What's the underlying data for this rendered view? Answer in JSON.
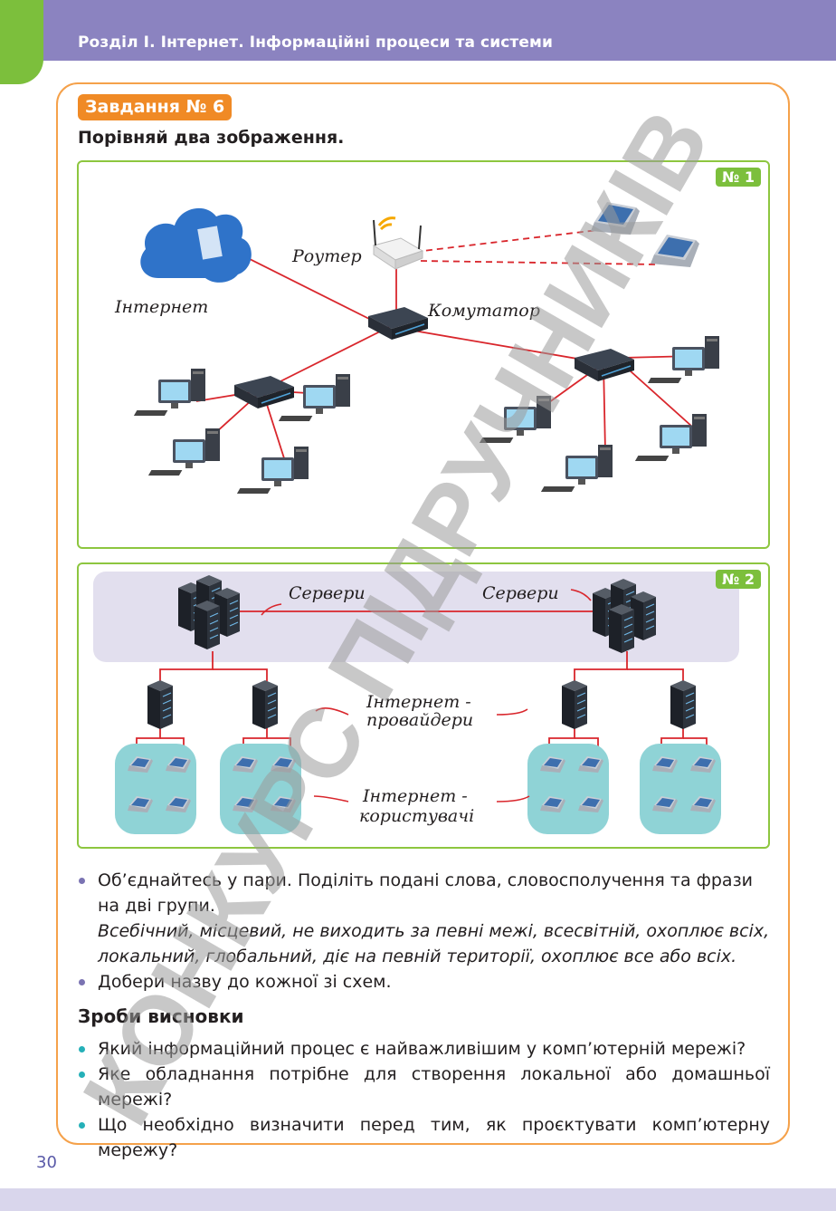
{
  "header": {
    "title": "Розділ І. Інтернет. Інформаційні процеси та системи"
  },
  "task": {
    "badge": "Завдання № 6",
    "instruction": "Порівняй два зображення."
  },
  "image1": {
    "badge": "№ 1",
    "labels": {
      "router": "Роутер",
      "internet": "Інтернет",
      "switch": "Комутатор"
    }
  },
  "image2": {
    "badge": "№ 2",
    "labels": {
      "servers_left": "Сервери",
      "servers_right": "Сервери",
      "providers_1": "Інтернет -",
      "providers_2": "провайдери",
      "users_1": "Інтернет -",
      "users_2": "користувачі"
    }
  },
  "bullets": [
    "Об’єднайтесь у пари. Поділіть подані слова, словосполучення та фрази на дві групи.",
    "Всебічний, місцевий, не виходить за певні межі, всесвітній, охоплює всіх, локальний, глобальний, діє на певній території, охоплює все або всіх.",
    "Добери назву до кожної зі схем."
  ],
  "conclusions": {
    "title": "Зроби висновки",
    "items": [
      "Який інформаційний процес є найважливішим у комп’ютерній мережі?",
      "Яке обладнання потрібне для створення локальної або домашньої мережі?",
      "Що необхідно визначити перед тим, як проєктувати комп’ютерну мережу?"
    ]
  },
  "page_number": "30",
  "watermark": "КОНКУРС ПІДРУЧНИКІВ",
  "colors": {
    "header": "#8b83c0",
    "green": "#7cbf3c",
    "orange": "#f08a25",
    "network_line": "#d9262c",
    "cloud": "#2f73c9"
  }
}
